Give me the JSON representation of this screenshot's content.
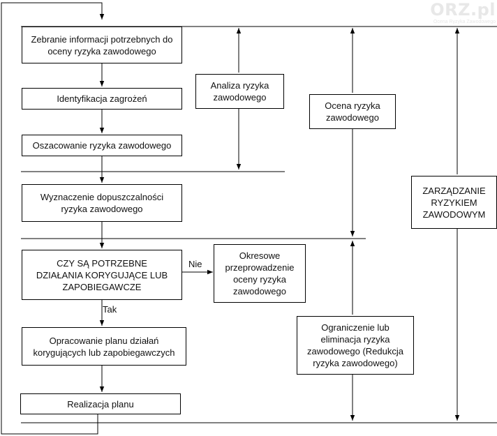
{
  "boxes": {
    "b1": "Zebranie informacji potrzebnych do oceny ryzyka zawodowego",
    "b2": "Identyfikacja zagrożeń",
    "b3": "Oszacowanie ryzyka zawodowego",
    "b4": "Wyznaczenie dopuszczalności ryzyka zawodowego",
    "b5": "CZY SĄ POTRZEBNE DZIAŁANIA KORYGUJĄCE LUB ZAPOBIEGAWCZE",
    "b6": "Okresowe przeprowadzenie oceny ryzyka zawodowego",
    "b7": "Opracowanie planu działań korygujących lub zapobiegawczych",
    "b8": "Realizacja planu",
    "analiza": "Analiza ryzyka zawodowego",
    "ocena": "Ocena ryzyka zawodowego",
    "ograniczenie": "Ograniczenie lub eliminacja ryzyka zawodowego (Redukcja ryzyka zawodowego)",
    "zarzadzanie": "ZARZĄDZANIE RYZYKIEM ZAWODOWYM"
  },
  "labels": {
    "nie": "Nie",
    "tak": "Tak"
  },
  "watermark": {
    "logo": "ORZ.pl",
    "subtitle": "Ocena Ryzyka Zawodowego"
  }
}
